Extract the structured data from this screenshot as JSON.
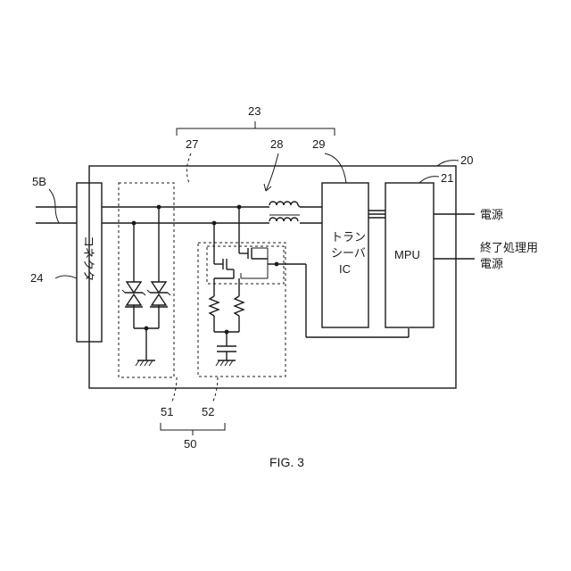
{
  "labels": {
    "ref_5b": "5B",
    "ref_20": "20",
    "ref_21": "21",
    "ref_23": "23",
    "ref_24": "24",
    "ref_27": "27",
    "ref_28": "28",
    "ref_29": "29",
    "ref_50": "50",
    "ref_51": "51",
    "ref_52": "52"
  },
  "blocks": {
    "connector": "コネクタ",
    "transceiver_line1": "トラン",
    "transceiver_line2": "シーバ",
    "transceiver_line3": "IC",
    "mpu": "MPU"
  },
  "signals": {
    "power": "電源",
    "shutdown_power_line1": "終了処理用",
    "shutdown_power_line2": "電源"
  },
  "caption": "FIG. 3"
}
